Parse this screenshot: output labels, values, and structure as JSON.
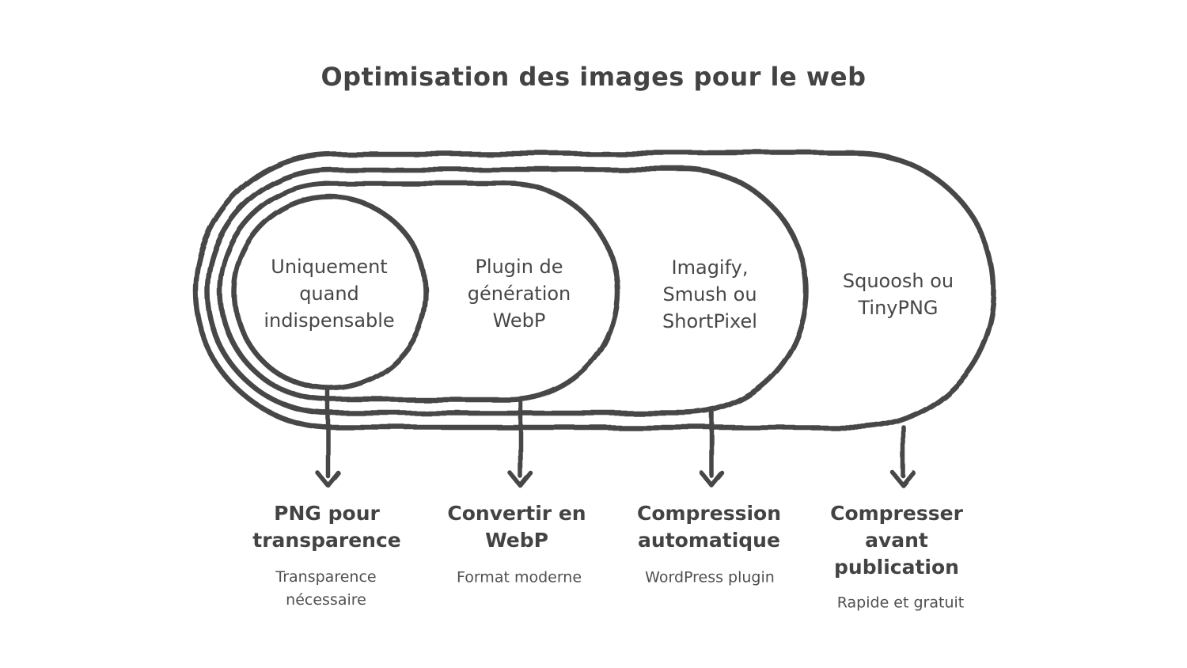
{
  "title": "Optimisation des images pour le web",
  "colors": {
    "stroke": "#474747",
    "title_text": "#434343",
    "ring_text": "#474747",
    "outcome_text": "#434343",
    "note_text": "#505050",
    "background": "#ffffff"
  },
  "diagram_type": "nested-stadium-onion",
  "levels": [
    {
      "ring_label": "Uniquement\nquand\nindispensable",
      "outcome": "PNG pour\ntransparence",
      "note": "Transparence\nnécessaire"
    },
    {
      "ring_label": "Plugin de\ngénération\nWebP",
      "outcome": "Convertir en\nWebP",
      "note": "Format moderne"
    },
    {
      "ring_label": "Imagify,\nSmush ou\nShortPixel",
      "outcome": "Compression\nautomatique",
      "note": "WordPress plugin"
    },
    {
      "ring_label": "Squoosh ou\nTinyPNG",
      "outcome": "Compresser\navant\npublication",
      "note": "Rapide et gratuit"
    }
  ]
}
